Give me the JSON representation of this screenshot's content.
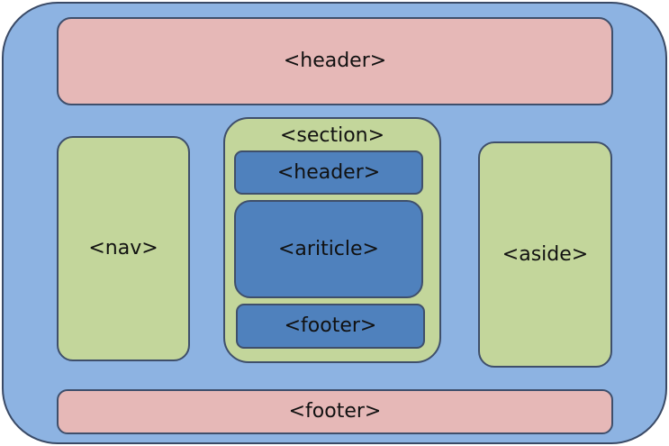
{
  "diagram": {
    "page_header": "<header>",
    "nav": "<nav>",
    "section": {
      "title": "<section>",
      "header": "<header>",
      "article": "<ariticle>",
      "footer": "<footer>"
    },
    "aside": "<aside>",
    "page_footer": "<footer>"
  },
  "colors": {
    "page_background": "#8db3e2",
    "header_footer_fill": "#e6b8b7",
    "nav_section_aside_fill": "#c3d69b",
    "inner_section_parts_fill": "#4f81bd",
    "outline": "#3f4f6b"
  }
}
